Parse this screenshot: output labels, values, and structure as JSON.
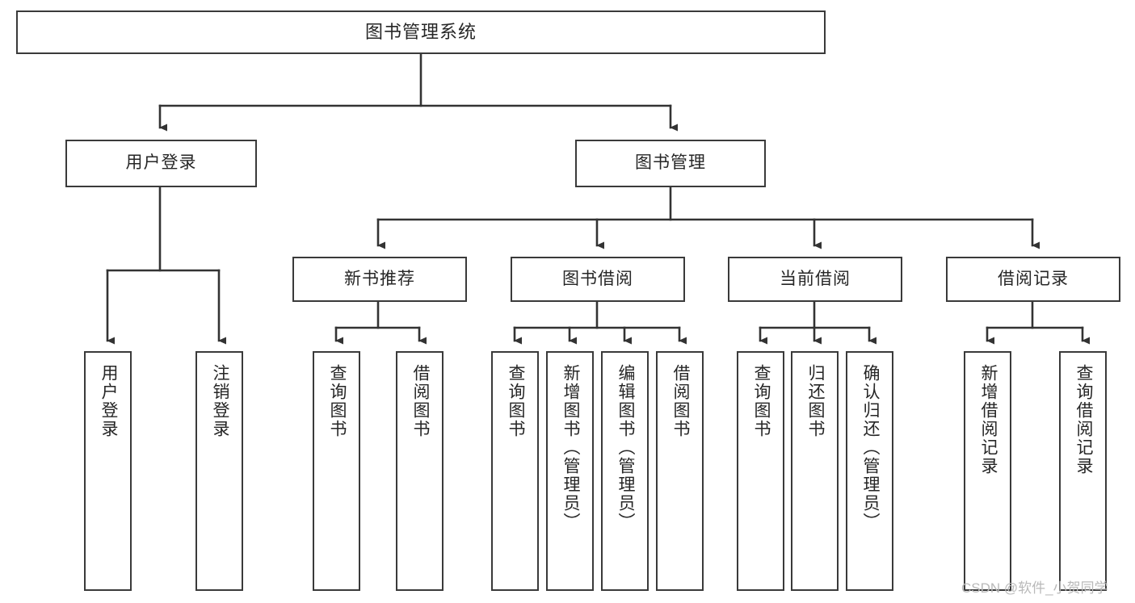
{
  "diagram": {
    "title": "图书管理系统",
    "type": "tree-hierarchy-chart",
    "colors": {
      "box_border": "#3a3a3a",
      "box_fill": "#ffffff",
      "edge": "#333333",
      "text": "#262626",
      "watermark": "#b9b9b9",
      "background": "#ffffff"
    },
    "root": {
      "label": "图书管理系统"
    },
    "level2": [
      {
        "label": "用户登录"
      },
      {
        "label": "图书管理"
      }
    ],
    "level3": [
      {
        "label": "新书推荐"
      },
      {
        "label": "图书借阅"
      },
      {
        "label": "当前借阅"
      },
      {
        "label": "借阅记录"
      }
    ],
    "leaves": {
      "user_login": [
        {
          "label": "用户登录"
        },
        {
          "label": "注销登录"
        }
      ],
      "new_book_recommend": [
        {
          "label": "查询图书"
        },
        {
          "label": "借阅图书"
        }
      ],
      "book_borrow": [
        {
          "label": "查询图书"
        },
        {
          "label": "新增图书（管理员）"
        },
        {
          "label": "编辑图书（管理员）"
        },
        {
          "label": "借阅图书"
        }
      ],
      "current_borrow": [
        {
          "label": "查询图书"
        },
        {
          "label": "归还图书"
        },
        {
          "label": "确认归还（管理员）"
        }
      ],
      "borrow_record": [
        {
          "label": "新增借阅记录"
        },
        {
          "label": "查询借阅记录"
        }
      ]
    }
  },
  "watermark": {
    "text": "CSDN @软件_小贺同学"
  }
}
